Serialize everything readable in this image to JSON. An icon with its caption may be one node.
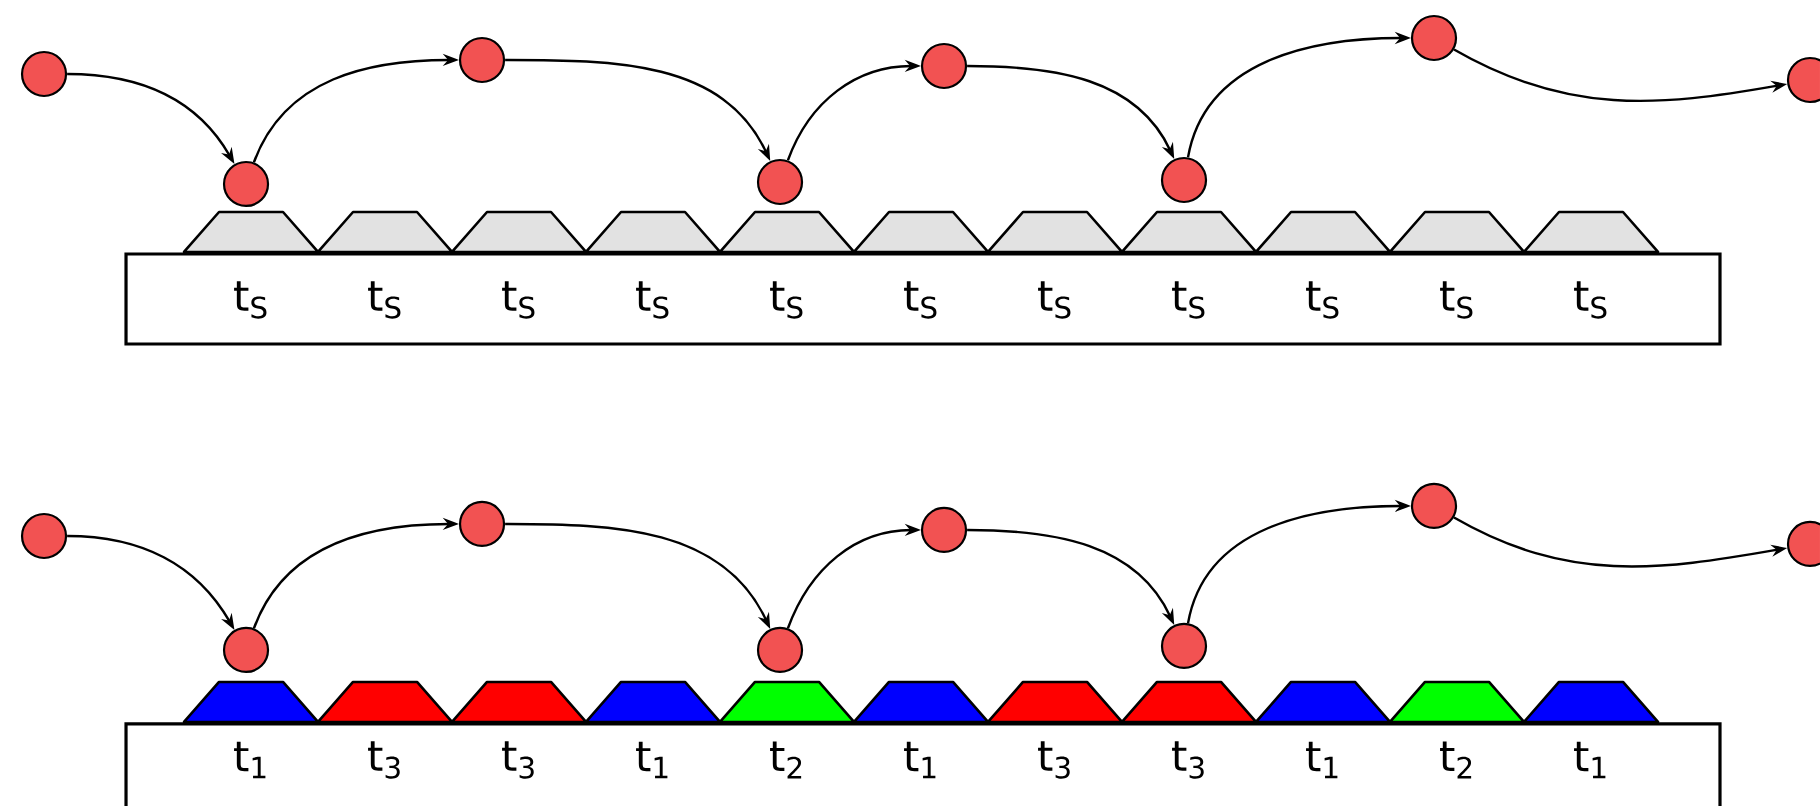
{
  "diagram": {
    "nodes": [
      {
        "text": [],
        "shape": "circle"
      },
      {
        "text": [],
        "shape": "circle"
      },
      {
        "text": [],
        "shape": "circle"
      },
      {
        "text": [],
        "shape": "circle"
      },
      {
        "text": [],
        "shape": "circle"
      },
      {
        "text": [],
        "shape": "circle"
      },
      {
        "text": [],
        "shape": "circle"
      },
      {
        "text": [],
        "shape": "circle"
      },
      {
        "text": [],
        "shape": "circle"
      },
      {
        "text": [],
        "shape": "circle"
      },
      {
        "text": [],
        "shape": "circle"
      },
      {
        "text": [],
        "shape": "circle"
      },
      {
        "text": [],
        "shape": "circle"
      },
      {
        "text": [],
        "shape": "circle"
      },
      {
        "text": [],
        "shape": "circle"
      },
      {
        "text": [],
        "shape": "circle"
      }
    ],
    "edges": [
      {
        "from": 0,
        "to": 1,
        "arrow": "to"
      },
      {
        "from": 1,
        "to": 2,
        "arrow": "to"
      },
      {
        "from": 2,
        "to": 3,
        "arrow": "to"
      },
      {
        "from": 3,
        "to": 4,
        "arrow": "to"
      },
      {
        "from": 4,
        "to": 5,
        "arrow": "to"
      },
      {
        "from": 5,
        "to": 6,
        "arrow": "to"
      },
      {
        "from": 6,
        "to": 7,
        "arrow": "to"
      },
      {
        "from": 8,
        "to": 9,
        "arrow": "to"
      },
      {
        "from": 9,
        "to": 10,
        "arrow": "to"
      },
      {
        "from": 10,
        "to": 11,
        "arrow": "to"
      },
      {
        "from": 11,
        "to": 12,
        "arrow": "to"
      },
      {
        "from": 12,
        "to": 13,
        "arrow": "to"
      },
      {
        "from": 13,
        "to": 14,
        "arrow": "to"
      },
      {
        "from": 14,
        "to": 15,
        "arrow": "to"
      }
    ],
    "labels": [
      "t$_{S}$",
      "t$_{S}$",
      "t$_{S}$",
      "t$_{S}$",
      "t$_{S}$",
      "t$_{S}$",
      "t$_{S}$",
      "t$_{S}$",
      "t$_{S}$",
      "t$_{S}$",
      "t$_{S}$",
      "t$_{1}$",
      "t$_{3}$",
      "t$_{3}$",
      "t$_{1}$",
      "t$_{2}$",
      "t$_{1}$",
      "t$_{3}$",
      "t$_{3}$",
      "t$_{1}$",
      "t$_{2}$",
      "t$_{1}$"
    ]
  }
}
